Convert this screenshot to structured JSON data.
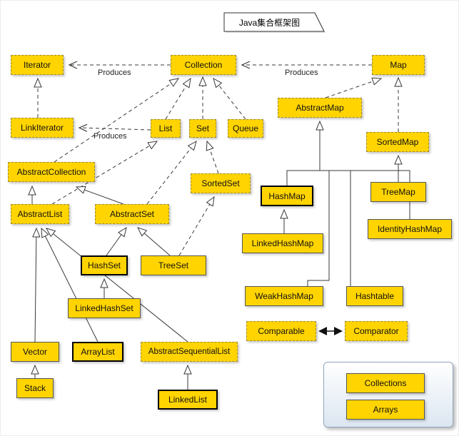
{
  "title": "Java集合框架图",
  "labels": {
    "produces1": "Produces",
    "produces2": "Produces",
    "produces3": "Produces"
  },
  "nodes": {
    "iterator": {
      "label": "Iterator"
    },
    "collection": {
      "label": "Collection"
    },
    "map": {
      "label": "Map"
    },
    "linkiterator": {
      "label": "LinkIterator"
    },
    "list": {
      "label": "List"
    },
    "set": {
      "label": "Set"
    },
    "queue": {
      "label": "Queue"
    },
    "abstractmap": {
      "label": "AbstractMap"
    },
    "sortedmap": {
      "label": "SortedMap"
    },
    "abstractcollection": {
      "label": "AbstractCollection"
    },
    "sortedset": {
      "label": "SortedSet"
    },
    "hashmap": {
      "label": "HashMap"
    },
    "treemap": {
      "label": "TreeMap"
    },
    "abstractlist": {
      "label": "AbstractList"
    },
    "abstractset": {
      "label": "AbstractSet"
    },
    "linkedhashmap": {
      "label": "LinkedHashMap"
    },
    "identityhashmap": {
      "label": "IdentityHashMap"
    },
    "hashset": {
      "label": "HashSet"
    },
    "treeset": {
      "label": "TreeSet"
    },
    "weakhashmap": {
      "label": "WeakHashMap"
    },
    "hashtable": {
      "label": "Hashtable"
    },
    "linkedhashset": {
      "label": "LinkedHashSet"
    },
    "comparable": {
      "label": "Comparable"
    },
    "comparator": {
      "label": "Comparator"
    },
    "vector": {
      "label": "Vector"
    },
    "arraylist": {
      "label": "ArrayList"
    },
    "abstractsequentiallist": {
      "label": "AbstractSequentialList"
    },
    "stack": {
      "label": "Stack"
    },
    "linkedlist": {
      "label": "LinkedList"
    }
  },
  "legend": {
    "collections": "Collections",
    "arrays": "Arrays"
  },
  "colors": {
    "node_fill": "#FFD400",
    "dashed_border": "#9D8C3E",
    "solid_border": "#555555",
    "bold_border": "#000000",
    "panel_border": "#93A7BD"
  },
  "edges": [
    {
      "from": "Collection",
      "to": "Iterator",
      "relation": "Produces"
    },
    {
      "from": "Map",
      "to": "Collection",
      "relation": "Produces"
    },
    {
      "from": "List",
      "to": "LinkIterator",
      "relation": "Produces"
    },
    {
      "from": "LinkIterator",
      "to": "Iterator",
      "relation": "extends"
    },
    {
      "from": "List",
      "to": "Collection",
      "relation": "extends"
    },
    {
      "from": "Set",
      "to": "Collection",
      "relation": "extends"
    },
    {
      "from": "Queue",
      "to": "Collection",
      "relation": "extends"
    },
    {
      "from": "AbstractCollection",
      "to": "Collection",
      "relation": "implements"
    },
    {
      "from": "AbstractMap",
      "to": "Map",
      "relation": "implements"
    },
    {
      "from": "SortedMap",
      "to": "Map",
      "relation": "extends"
    },
    {
      "from": "SortedSet",
      "to": "Set",
      "relation": "extends"
    },
    {
      "from": "AbstractList",
      "to": "AbstractCollection",
      "relation": "extends"
    },
    {
      "from": "AbstractList",
      "to": "List",
      "relation": "implements"
    },
    {
      "from": "AbstractSet",
      "to": "AbstractCollection",
      "relation": "extends"
    },
    {
      "from": "AbstractSet",
      "to": "Set",
      "relation": "implements"
    },
    {
      "from": "HashMap",
      "to": "AbstractMap",
      "relation": "extends"
    },
    {
      "from": "WeakHashMap",
      "to": "AbstractMap",
      "relation": "extends"
    },
    {
      "from": "Hashtable",
      "to": "AbstractMap",
      "relation": "extends"
    },
    {
      "from": "IdentityHashMap",
      "to": "AbstractMap",
      "relation": "extends"
    },
    {
      "from": "TreeMap",
      "to": "SortedMap",
      "relation": "implements"
    },
    {
      "from": "LinkedHashMap",
      "to": "HashMap",
      "relation": "extends"
    },
    {
      "from": "HashSet",
      "to": "AbstractSet",
      "relation": "extends"
    },
    {
      "from": "TreeSet",
      "to": "AbstractSet",
      "relation": "extends"
    },
    {
      "from": "TreeSet",
      "to": "SortedSet",
      "relation": "implements"
    },
    {
      "from": "LinkedHashSet",
      "to": "HashSet",
      "relation": "extends"
    },
    {
      "from": "Vector",
      "to": "AbstractList",
      "relation": "extends"
    },
    {
      "from": "ArrayList",
      "to": "AbstractList",
      "relation": "extends"
    },
    {
      "from": "AbstractSequentialList",
      "to": "AbstractList",
      "relation": "extends"
    },
    {
      "from": "Stack",
      "to": "Vector",
      "relation": "extends"
    },
    {
      "from": "LinkedList",
      "to": "AbstractSequentialList",
      "relation": "extends"
    },
    {
      "from": "Comparable",
      "to": "Comparator",
      "relation": "bidirectional"
    }
  ]
}
